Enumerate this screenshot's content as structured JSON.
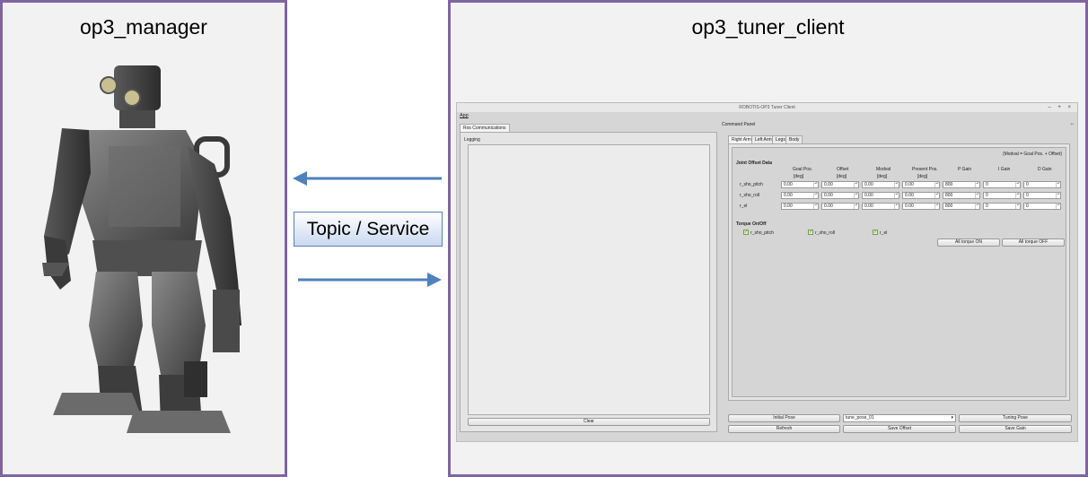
{
  "diagram": {
    "left_title": "op3_manager",
    "right_title": "op3_tuner_client",
    "connector_label": "Topic / Service"
  },
  "colors": {
    "border": "#8064a2",
    "arrow": "#4f81bd",
    "panel_bg": "#f2f2f2"
  },
  "app": {
    "window_title": "ROBOTIS-OP3 Tuner Client",
    "window_controls": "– + ×",
    "menu_app": "App",
    "left_tab": "Ros Communications",
    "logging_label": "Logging",
    "clear_button": "Clear",
    "command_panel_label": "Command Panel",
    "tabs": [
      "Right Arm",
      "Left Arm",
      "Legs",
      "Body"
    ],
    "formula": "(Modval = Goal Pos. + Offset)",
    "joint_offset_label": "Joint Offset Data",
    "columns": [
      {
        "name": "Goal Pos.",
        "unit": "[deg]"
      },
      {
        "name": "Offset",
        "unit": "[deg]"
      },
      {
        "name": "Modval",
        "unit": "[deg]"
      },
      {
        "name": "Present Pos.",
        "unit": "[deg]"
      },
      {
        "name": "P Gain",
        "unit": ""
      },
      {
        "name": "I Gain",
        "unit": ""
      },
      {
        "name": "D Gain",
        "unit": ""
      }
    ],
    "rows": [
      {
        "joint": "r_sho_pitch",
        "values": [
          "0.00",
          "0.00",
          "0.00",
          "0.00",
          "800",
          "0",
          "0"
        ]
      },
      {
        "joint": "r_sho_roll",
        "values": [
          "0.00",
          "0.00",
          "0.00",
          "0.00",
          "800",
          "0",
          "0"
        ]
      },
      {
        "joint": "r_el",
        "values": [
          "0.00",
          "0.00",
          "0.00",
          "0.00",
          "800",
          "0",
          "0"
        ]
      }
    ],
    "torque_label": "Torque On/Off",
    "torque_checks": [
      "r_sho_pitch",
      "r_sho_roll",
      "r_el"
    ],
    "all_torque_on": "All torque ON",
    "all_torque_off": "All torque OFF",
    "initial_pose": "Initial Pose",
    "pose_select": "tune_pose_01",
    "tuning_pose": "Tuning Pose",
    "refresh": "Refresh",
    "save_offset": "Save Offset",
    "save_gain": "Save Gain"
  }
}
